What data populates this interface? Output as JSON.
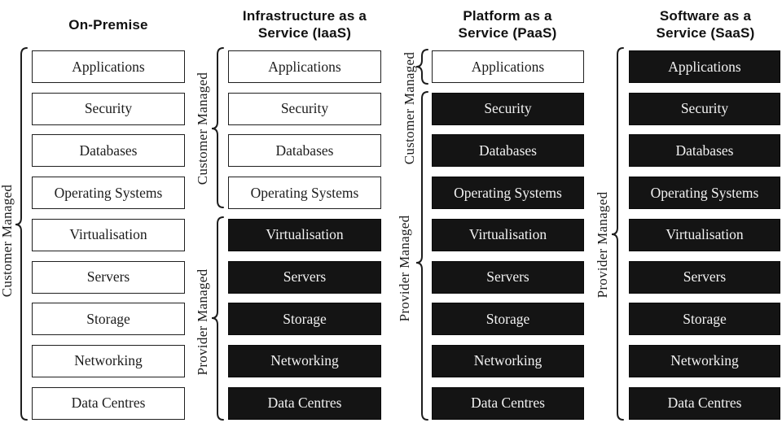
{
  "diagram": {
    "description_colors": {
      "customer_managed_fill": "#ffffff",
      "provider_managed_fill": "#141414",
      "line_color": "#1f1f1f",
      "background": "#ffffff"
    },
    "columns": [
      {
        "id": "on-premise",
        "title_lines": [
          "On-Premise"
        ],
        "layers": [
          {
            "label": "Applications",
            "managed_by": "customer"
          },
          {
            "label": "Security",
            "managed_by": "customer"
          },
          {
            "label": "Databases",
            "managed_by": "customer"
          },
          {
            "label": "Operating Systems",
            "managed_by": "customer"
          },
          {
            "label": "Virtualisation",
            "managed_by": "customer"
          },
          {
            "label": "Servers",
            "managed_by": "customer"
          },
          {
            "label": "Storage",
            "managed_by": "customer"
          },
          {
            "label": "Networking",
            "managed_by": "customer"
          },
          {
            "label": "Data Centres",
            "managed_by": "customer"
          }
        ],
        "braces": [
          {
            "label": "Customer Managed"
          }
        ]
      },
      {
        "id": "iaas",
        "title_lines": [
          "Infrastructure as a",
          "Service (IaaS)"
        ],
        "layers": [
          {
            "label": "Applications",
            "managed_by": "customer"
          },
          {
            "label": "Security",
            "managed_by": "customer"
          },
          {
            "label": "Databases",
            "managed_by": "customer"
          },
          {
            "label": "Operating Systems",
            "managed_by": "customer"
          },
          {
            "label": "Virtualisation",
            "managed_by": "provider"
          },
          {
            "label": "Servers",
            "managed_by": "provider"
          },
          {
            "label": "Storage",
            "managed_by": "provider"
          },
          {
            "label": "Networking",
            "managed_by": "provider"
          },
          {
            "label": "Data Centres",
            "managed_by": "provider"
          }
        ],
        "braces": [
          {
            "label": "Customer Managed"
          },
          {
            "label": "Provider Managed"
          }
        ]
      },
      {
        "id": "paas",
        "title_lines": [
          "Platform as a",
          "Service (PaaS)"
        ],
        "layers": [
          {
            "label": "Applications",
            "managed_by": "customer"
          },
          {
            "label": "Security",
            "managed_by": "provider"
          },
          {
            "label": "Databases",
            "managed_by": "provider"
          },
          {
            "label": "Operating Systems",
            "managed_by": "provider"
          },
          {
            "label": "Virtualisation",
            "managed_by": "provider"
          },
          {
            "label": "Servers",
            "managed_by": "provider"
          },
          {
            "label": "Storage",
            "managed_by": "provider"
          },
          {
            "label": "Networking",
            "managed_by": "provider"
          },
          {
            "label": "Data Centres",
            "managed_by": "provider"
          }
        ],
        "braces": [
          {
            "label": "Customer Managed"
          },
          {
            "label": "Provider Managed"
          }
        ]
      },
      {
        "id": "saas",
        "title_lines": [
          "Software as a",
          "Service (SaaS)"
        ],
        "layers": [
          {
            "label": "Applications",
            "managed_by": "provider"
          },
          {
            "label": "Security",
            "managed_by": "provider"
          },
          {
            "label": "Databases",
            "managed_by": "provider"
          },
          {
            "label": "Operating Systems",
            "managed_by": "provider"
          },
          {
            "label": "Virtualisation",
            "managed_by": "provider"
          },
          {
            "label": "Servers",
            "managed_by": "provider"
          },
          {
            "label": "Storage",
            "managed_by": "provider"
          },
          {
            "label": "Networking",
            "managed_by": "provider"
          },
          {
            "label": "Data Centres",
            "managed_by": "provider"
          }
        ],
        "braces": [
          {
            "label": "Provider Managed"
          }
        ]
      }
    ]
  }
}
